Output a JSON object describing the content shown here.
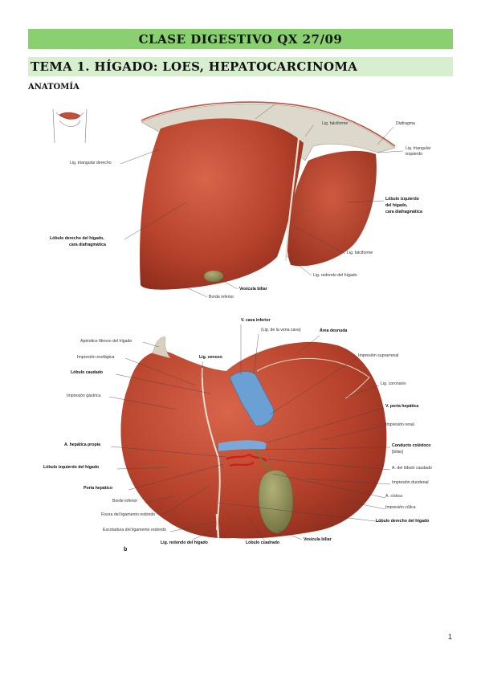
{
  "header": {
    "title": "CLASE DIGESTIVO QX 27/09",
    "topic": "TEMA 1. HÍGADO: LOES, HEPATOCARCINOMA",
    "section": "ANATOMÍA"
  },
  "figure_top": {
    "labels": {
      "lig_falciforme_top": "Lig. falciforme",
      "diafragma": "Diafragma",
      "lig_triangular_derecho": "Lig. triangular derecho",
      "lig_triangular_izquierdo_1": "Lig. triangular",
      "lig_triangular_izquierdo_2": "izquierdo",
      "lobulo_izq_1": "Lóbulo izquierdo",
      "lobulo_izq_2": "del hígado,",
      "lobulo_izq_3": "cara diafragmática",
      "lobulo_der_1": "Lóbulo derecho del hígado,",
      "lobulo_der_2": "cara diafragmática",
      "lig_falciforme_bottom": "Lig. falciforme",
      "lig_redondo": "Lig. redondo del hígado",
      "vesicula": "Vesícula biliar",
      "borde_inferior": "Borde inferior"
    }
  },
  "figure_bottom": {
    "labels": {
      "v_cava": "V. cava inferior",
      "lig_vena_cava": "(Lig. de la vena cava)",
      "area_desnuda": "Área desnuda",
      "apendice_fibroso": "Apéndice fibroso del hígado",
      "lig_venoso": "Lig. venoso",
      "impresion_esofagica": "Impresión esofágica",
      "impresion_suprarrenal": "Impresión suprarrenal",
      "lobulo_caudado": "Lóbulo caudado",
      "lig_coronario": "Lig. coronario",
      "impresion_gastrica": "Impresión gástrica",
      "v_porta": "V. porta hepática",
      "impresion_renal": "Impresión renal",
      "a_hepatica": "A. hepática propia",
      "conducto_coledoco": "Conducto colédoco",
      "biliar": "[biliar]",
      "lobulo_izquierdo": "Lóbulo izquierdo del hígado",
      "a_lobulo_caudado": "A. del lóbulo caudado",
      "porta_hepatico": "Porta hepático",
      "impresion_duodenal": "Impresión duodenal",
      "borde_inferior": "Borde inferior",
      "a_cistica": "A. cística",
      "fisura_lig_redondo": "Fisura del ligamento redondo",
      "impresion_colica": "Impresión cólica",
      "lobulo_derecho": "Lóbulo derecho del hígado",
      "escotadura": "Escotadura del ligamento redondo",
      "lig_redondo": "Lig. redondo del hígado",
      "lobulo_cuadrado": "Lóbulo cuadrado",
      "vesicula": "Vesícula biliar",
      "figure_letter": "b"
    }
  },
  "footer": {
    "page_number": "1"
  },
  "colors": {
    "banner": "#8ad070",
    "banner_light": "#d8efcf",
    "liver": "#b8432c",
    "gallbladder": "#8a8a55",
    "vessel_blue": "#6aa0d4",
    "artery_red": "#d61d1d"
  }
}
